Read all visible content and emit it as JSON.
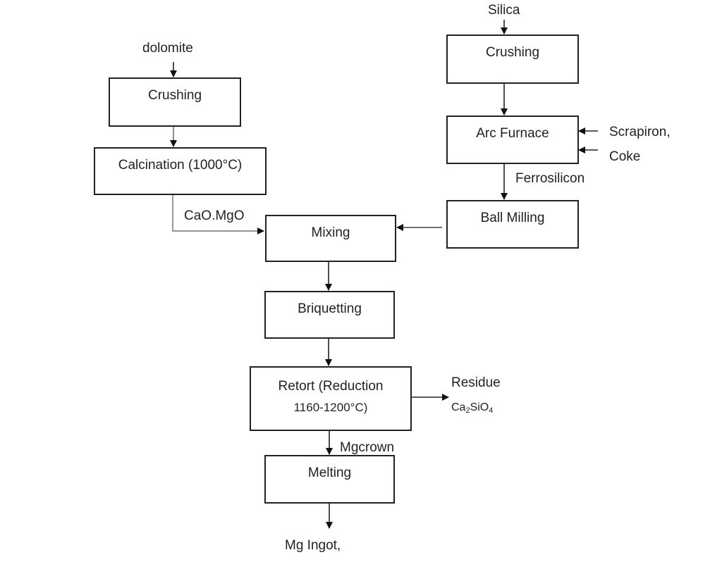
{
  "diagram": {
    "type": "process-flowchart",
    "inputs": {
      "dolomite": "dolomite",
      "silica": "Silica",
      "scrapiron": "Scrapiron,",
      "coke": "Coke"
    },
    "boxes": {
      "crushing_left": "Crushing",
      "calcination": "Calcination (1000°C)",
      "crushing_right": "Crushing",
      "arc_furnace": "Arc Furnace",
      "ball_milling": "Ball Milling",
      "mixing": "Mixing",
      "briquetting": "Briquetting",
      "retort_line1": "Retort  (Reduction",
      "retort_line2": "1160-1200°C)",
      "melting": "Melting"
    },
    "flow_labels": {
      "cao_mgo": "CaO.MgO",
      "ferrosilicon": "Ferrosilicon",
      "residue": "Residue",
      "residue_formula_ca": "Ca",
      "residue_formula_sub1": "2",
      "residue_formula_sio": "SiO",
      "residue_formula_sub2": "4",
      "mg_crown": "Mgcrown",
      "mg_ingot": "Mg Ingot,"
    },
    "edges": [
      {
        "from": "dolomite",
        "to": "crushing_left"
      },
      {
        "from": "crushing_left",
        "to": "calcination"
      },
      {
        "from": "calcination",
        "to": "mixing",
        "label": "CaO.MgO"
      },
      {
        "from": "silica",
        "to": "crushing_right"
      },
      {
        "from": "crushing_right",
        "to": "arc_furnace"
      },
      {
        "from": "scrapiron",
        "to": "arc_furnace"
      },
      {
        "from": "coke",
        "to": "arc_furnace"
      },
      {
        "from": "arc_furnace",
        "to": "ball_milling",
        "label": "Ferrosilicon"
      },
      {
        "from": "ball_milling",
        "to": "mixing"
      },
      {
        "from": "mixing",
        "to": "briquetting"
      },
      {
        "from": "briquetting",
        "to": "retort"
      },
      {
        "from": "retort",
        "to": "residue"
      },
      {
        "from": "retort",
        "to": "melting",
        "label": "Mgcrown"
      },
      {
        "from": "melting",
        "to": "mg_ingot"
      }
    ]
  }
}
